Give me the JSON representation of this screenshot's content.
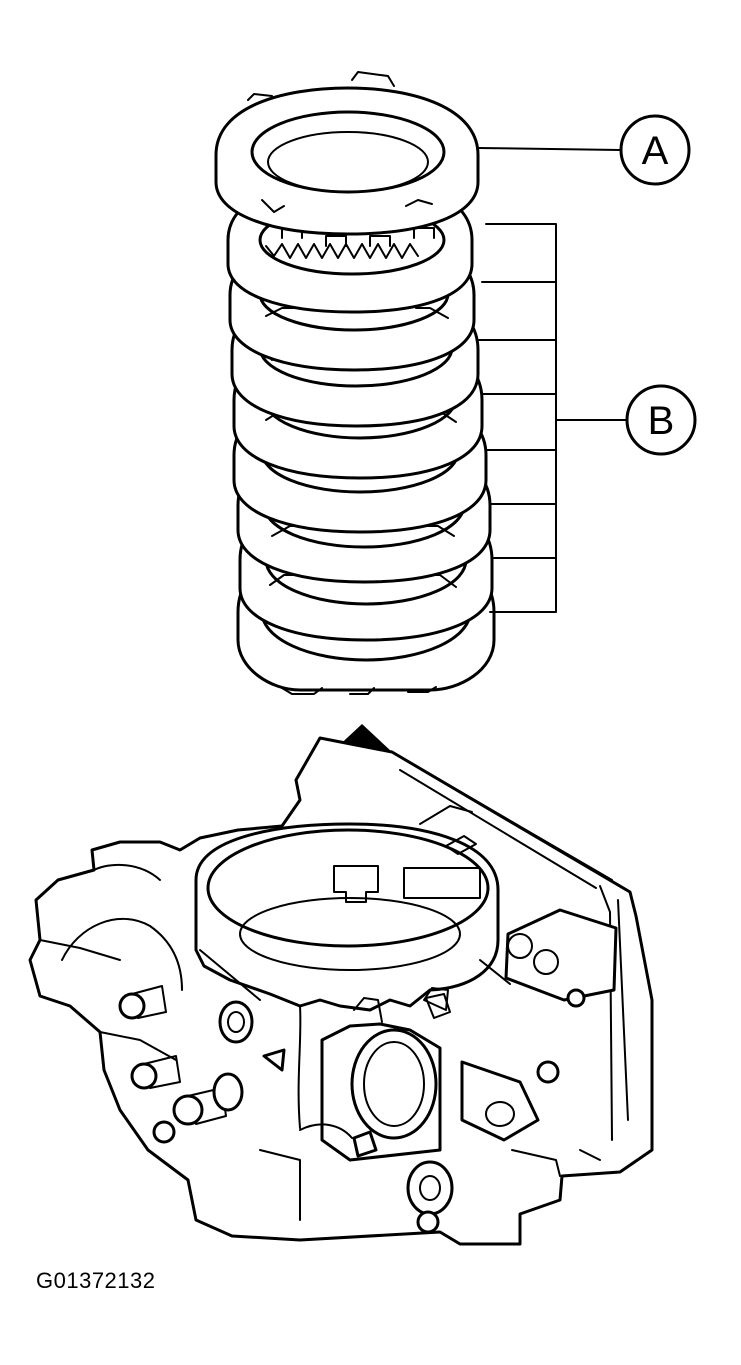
{
  "callouts": {
    "a": "A",
    "b": "B"
  },
  "figure_id": "G01372132",
  "parts": [
    {
      "name": "retainer-plate",
      "label_ref": "A"
    },
    {
      "name": "clutch-pack-plates",
      "label_ref": "B"
    },
    {
      "name": "transmission-case",
      "label_ref": ""
    }
  ],
  "arrow": {
    "direction": "up",
    "style": "dashed"
  },
  "colors": {
    "line": "#000000",
    "background": "#ffffff"
  }
}
